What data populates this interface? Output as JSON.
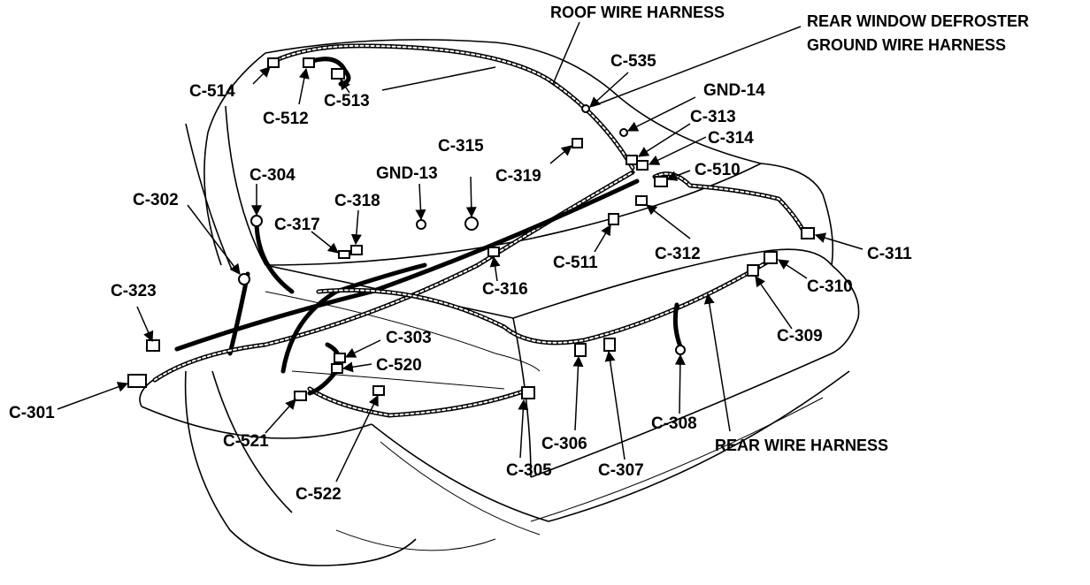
{
  "titles": {
    "roof": "ROOF WIRE HARNESS",
    "rear_defroster_line1": "REAR WINDOW DEFROSTER",
    "rear_defroster_line2": "GROUND WIRE HARNESS",
    "rear": "REAR WIRE HARNESS"
  },
  "labels": {
    "c514": "C-514",
    "c512": "C-512",
    "c513": "C-513",
    "c535": "C-535",
    "gnd14": "GND-14",
    "c313": "C-313",
    "c314": "C-314",
    "c510": "C-510",
    "c315": "C-315",
    "c319": "C-319",
    "c304": "C-304",
    "gnd13": "GND-13",
    "c318": "C-318",
    "c317": "C-317",
    "c302": "C-302",
    "c311": "C-311",
    "c312": "C-312",
    "c511": "C-511",
    "c316": "C-316",
    "c310": "C-310",
    "c323": "C-323",
    "c303": "C-303",
    "c520": "C-520",
    "c309": "C-309",
    "c301": "C-301",
    "c308": "C-308",
    "c521": "C-521",
    "c306": "C-306",
    "c305": "C-305",
    "c307": "C-307",
    "c522": "C-522"
  }
}
